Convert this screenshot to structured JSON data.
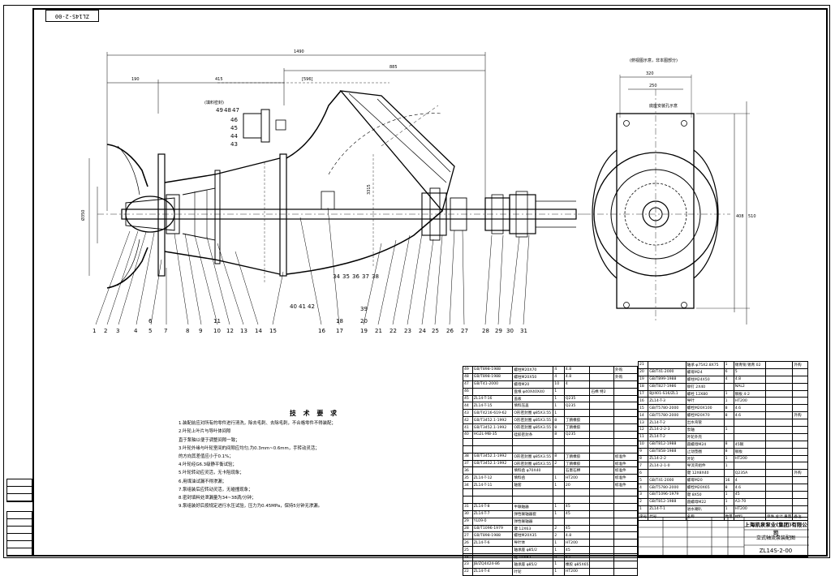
{
  "drawing_code_stamp": "ZL14S-2-00",
  "title_block": {
    "company": "上海凯泉泵业(集团)有限公司",
    "drawing_name": "立式轴流泵装配图",
    "drawing_code": "ZL14S-2-00"
  },
  "technical_requirements": {
    "heading": "技 术 要 求",
    "items": [
      "1.装配前应对所有的零件进行清洗，除去毛刺、去除毛刺，不合格零件不得装配；",
      "2.叶轮上叶片与导叶体间隙",
      "  直于泵轴以便于调整间隙一致；",
      "3.叶轮外缘与叶轮室间的间隙应均匀,为0.3mm~0.6mm，手转动灵活；",
      "  的方向其差值应小于0.1%；",
      "4.叶轮经G6.3级静平衡试验；",
      "5.叶轮转动应灵活，无卡阻现象；",
      "6.用煤油试漏不得渗漏；",
      "7.泵组装后应转动灵活，无碰撞现象；",
      "8.密封填料处泄漏量为34~38滴/分钟；",
      "9.泵组装好后按规定进行水压试验，压力为0.45MPa，保持5分钟无渗漏。"
    ]
  },
  "part_numbers_bottom": [
    "1",
    "2",
    "3",
    "4",
    "5",
    "6",
    "7",
    "8",
    "9",
    "10",
    "11",
    "12",
    "13",
    "14",
    "15",
    "16",
    "17",
    "18",
    "19",
    "20",
    "21",
    "22",
    "23",
    "24",
    "25",
    "26",
    "27",
    "28",
    "29",
    "30",
    "31"
  ],
  "part_numbers_cluster_top": [
    "49",
    "48",
    "47",
    "46",
    "45",
    "44",
    "43"
  ],
  "part_numbers_cluster_mid": [
    "34",
    "35",
    "36",
    "37",
    "38"
  ],
  "part_numbers_cluster_low": [
    "40",
    "41",
    "42"
  ],
  "part_number_39": "39",
  "dimensions": {
    "overall_length": "1490",
    "right_span": "885",
    "left_a": "190",
    "left_b": "415",
    "mid": "[596]",
    "side_w1": "320",
    "side_w2": "250",
    "side_h1": "408",
    "side_h2": "510",
    "height_left": "Ø350",
    "height_mid": "3315"
  },
  "view_notes": {
    "side_view_label": "(俯视图示意，非本图部分)",
    "cluster_note": "(填料密封)",
    "side_note": "底座安装孔示意"
  },
  "bom_left": {
    "rows": [
      [
        "49",
        "GB/T898-1988",
        "螺柱M20X70",
        "4",
        "4.8",
        "",
        "外购"
      ],
      [
        "48",
        "GB/T898-1988",
        "螺柱M20X50",
        "4",
        "4.8",
        "",
        "外购"
      ],
      [
        "47",
        "GB/T41-2000",
        "螺母M20",
        "10",
        "4",
        "",
        ""
      ],
      [
        "46",
        "",
        "盘根 φ40X40X40",
        "1",
        "",
        "石棉 特2",
        ""
      ],
      [
        "45",
        "ZL14-T-16",
        "盖板",
        "1",
        "Q235",
        "",
        ""
      ],
      [
        "44",
        "ZL14-T-15",
        "填料压盖",
        "1",
        "Q235",
        "",
        ""
      ],
      [
        "43",
        "GB/T4216-619-62",
        "O形密封圈 φ85X3.55",
        "1",
        "",
        "",
        ""
      ],
      [
        "42",
        "GB/T3452.1-1992",
        "O形密封圈 φ85X3.55",
        "8",
        "丁腈橡胶",
        "",
        ""
      ],
      [
        "41",
        "GB/T3452.1-1992",
        "O形密封圈 φ85X3.55",
        "8",
        "丁腈橡胶",
        "",
        ""
      ],
      [
        "40",
        "HG2L-MB-35",
        "硅胶密封条",
        "8",
        "Q235",
        "",
        ""
      ],
      [
        "",
        "",
        "",
        "",
        "",
        "",
        ""
      ],
      [
        "",
        "",
        "",
        "",
        "",
        "",
        ""
      ],
      [
        "38",
        "GB/T3452.1-1992",
        "O形密封圈 φ85X3.55",
        "8",
        "丁腈橡胶",
        "",
        "标准件"
      ],
      [
        "37",
        "GB/T3452.1-1992",
        "O形密封圈 φ85X3.55",
        "2",
        "丁腈橡胶",
        "",
        "标准件"
      ],
      [
        "36",
        "",
        "填料函 φ70X40",
        "",
        "石墨石棉",
        "",
        "标准件"
      ],
      [
        "35",
        "ZL14-T-12",
        "填料函",
        "1",
        "HT200",
        "",
        "标准件"
      ],
      [
        "34",
        "ZL14-T-11",
        "轴套",
        "1",
        "20",
        "",
        "标准件"
      ],
      [
        "",
        "",
        "",
        "",
        "",
        "",
        ""
      ],
      [
        "",
        "",
        "",
        "",
        "",
        "",
        ""
      ],
      [
        "31",
        "ZL14-T-8",
        "半联轴器",
        "1",
        "45",
        "",
        ""
      ],
      [
        "30",
        "ZL14-T-7",
        "弹性联轴器套",
        "1",
        "45",
        "",
        ""
      ],
      [
        "29",
        "YL09-0",
        "弹性联轴器",
        "",
        "",
        "",
        ""
      ],
      [
        "28",
        "GB/T1096-1979",
        "键 12X63",
        "2",
        "45",
        "",
        ""
      ],
      [
        "27",
        "GB/T898-1988",
        "螺柱M20X35",
        "2",
        "4.8",
        "",
        ""
      ],
      [
        "26",
        "ZL14-T-6",
        "导叶体",
        "1",
        "HT200",
        "",
        ""
      ],
      [
        "25",
        "",
        "轴承座 φ85/2",
        "1",
        "45",
        "",
        ""
      ],
      [
        "24",
        "",
        "键 10X85",
        "4",
        "45",
        "",
        ""
      ],
      [
        "23",
        "JB/ZQ4424-86",
        "轴承座 φ85/2",
        "1",
        "橡胶 φ85X65",
        "",
        ""
      ],
      [
        "22",
        "ZL14-T-4",
        "叶轮",
        "1",
        "HT200",
        "",
        ""
      ]
    ]
  },
  "bom_right": {
    "rows": [
      [
        "21",
        "",
        "轴承 φ75X2.8X75",
        "1",
        "锡青铜 锡青 02",
        "",
        "外购"
      ],
      [
        "20",
        "GB/T41-2000",
        "螺母M24",
        "6",
        "5",
        "",
        ""
      ],
      [
        "19",
        "GB/T899-1988",
        "螺柱M24X50",
        "4",
        "4.8",
        "",
        ""
      ],
      [
        "18",
        "GB/T827-1986",
        "铆钉 2X40",
        "",
        "NAL2",
        "",
        ""
      ],
      [
        "17",
        "BJ/401-S16/ZL1",
        "螺栓 12X80",
        "1",
        "钢板 4-2",
        "",
        ""
      ],
      [
        "16",
        "ZL14-T-3",
        "导叶",
        "1",
        "HT200",
        "",
        ""
      ],
      [
        "15",
        "GB/T5780-2000",
        "螺栓M20X100",
        "8",
        "4.6",
        "",
        ""
      ],
      [
        "14",
        "GB/T5780-2000",
        "螺栓M20X70",
        "8",
        "4.6",
        "",
        "外购"
      ],
      [
        "13",
        "ZL14-T-2",
        "出水弯管",
        "",
        "",
        "",
        ""
      ],
      [
        "12",
        "ZL14-2-2-3",
        "泵轴",
        "1",
        "",
        "",
        ""
      ],
      [
        "11",
        "ZL14-T-2",
        "叶轮外壳",
        "",
        "",
        "",
        ""
      ],
      [
        "10",
        "GB/T812-1988",
        "圆螺母M24",
        "8",
        "45钢",
        "",
        ""
      ],
      [
        "9",
        "GB/T858-1988",
        "止动垫圈",
        "8",
        "钢板",
        "",
        ""
      ],
      [
        "8",
        "ZL14-2-2",
        "叶轮",
        "1",
        "HT200",
        "",
        ""
      ],
      [
        "7",
        "ZL14-2-1-0",
        "导流壳组件",
        "1",
        "",
        "",
        ""
      ],
      [
        "6",
        "",
        "键 12X8X40",
        "",
        "Q235A",
        "",
        "外购"
      ],
      [
        "5",
        "GB/T41-2000",
        "螺母M20",
        "16",
        "4",
        "",
        ""
      ],
      [
        "4",
        "GB/T5780-2000",
        "螺栓M20X65",
        "8",
        "4.6",
        "",
        ""
      ],
      [
        "3",
        "GB/T1096-1979",
        "键 8X50",
        "1",
        "45",
        "",
        ""
      ],
      [
        "2",
        "GB/T812-1988",
        "圆螺母M22",
        "1",
        "A3-70",
        "",
        ""
      ],
      [
        "1",
        "ZL14-T-1",
        "进水喇叭",
        "1",
        "HT200",
        "",
        ""
      ]
    ],
    "header": [
      "序号",
      "代号",
      "名称",
      "数量",
      "材料",
      "单件 总计 重量",
      "备注"
    ]
  }
}
